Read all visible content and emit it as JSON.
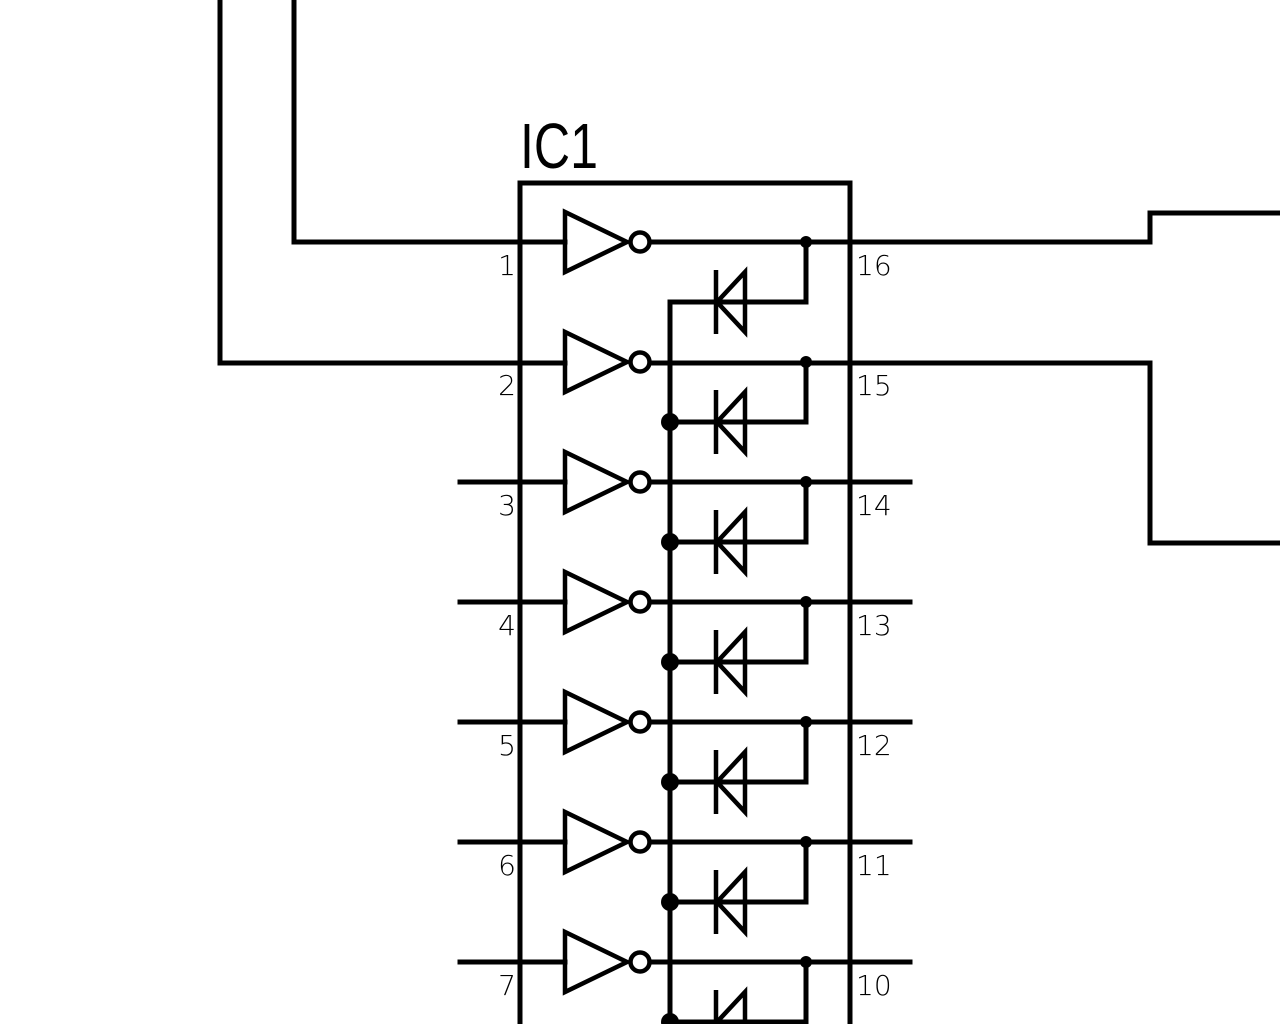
{
  "component": {
    "reference": "IC1",
    "left_pins": [
      "1",
      "2",
      "3",
      "4",
      "5",
      "6",
      "7"
    ],
    "right_pins": [
      "16",
      "15",
      "14",
      "13",
      "12",
      "11",
      "10"
    ]
  }
}
